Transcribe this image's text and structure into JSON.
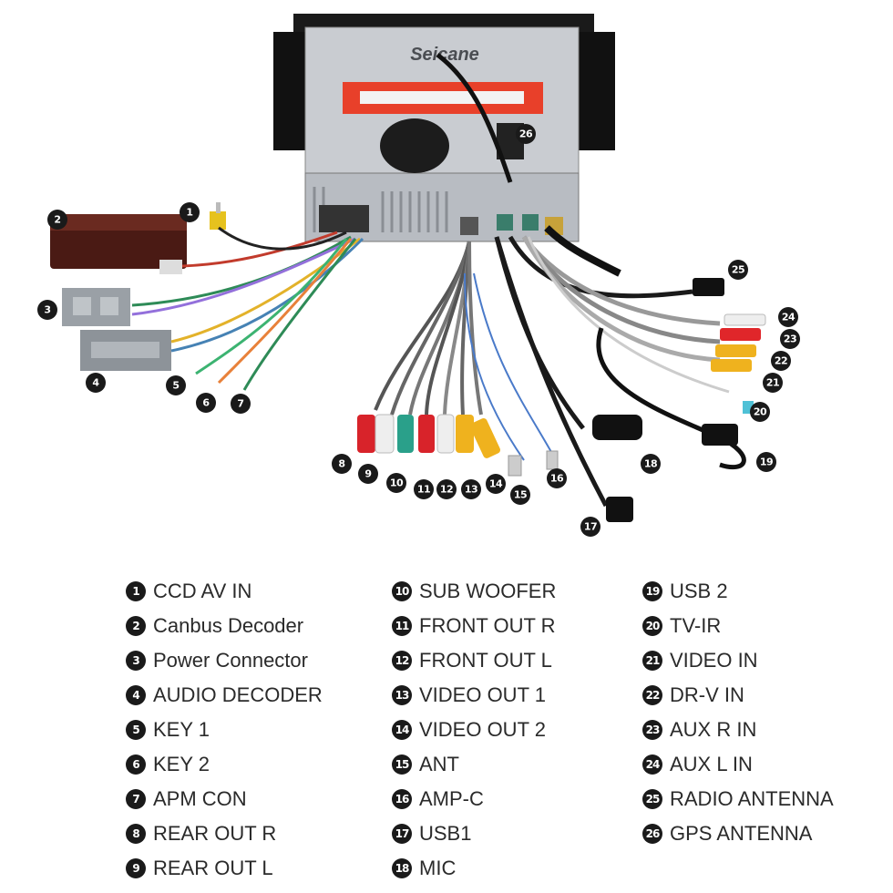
{
  "brand": {
    "logo_text": "Seicane"
  },
  "callouts": [
    "1",
    "2",
    "3",
    "4",
    "5",
    "6",
    "7",
    "8",
    "9",
    "10",
    "11",
    "12",
    "13",
    "14",
    "15",
    "16",
    "17",
    "18",
    "19",
    "20",
    "21",
    "22",
    "23",
    "24",
    "25",
    "26"
  ],
  "legend": {
    "col1": [
      {
        "num": "1",
        "label": "CCD AV IN"
      },
      {
        "num": "2",
        "label": "Canbus Decoder"
      },
      {
        "num": "3",
        "label": "Power Connector"
      },
      {
        "num": "4",
        "label": "AUDIO DECODER"
      },
      {
        "num": "5",
        "label": "KEY 1"
      },
      {
        "num": "6",
        "label": "KEY 2"
      },
      {
        "num": "7",
        "label": "APM CON"
      },
      {
        "num": "8",
        "label": "REAR OUT R"
      },
      {
        "num": "9",
        "label": "REAR OUT L"
      }
    ],
    "col2": [
      {
        "num": "10",
        "label": "SUB WOOFER"
      },
      {
        "num": "11",
        "label": "FRONT OUT R"
      },
      {
        "num": "12",
        "label": "FRONT OUT L"
      },
      {
        "num": "13",
        "label": "VIDEO OUT 1"
      },
      {
        "num": "14",
        "label": "VIDEO OUT 2"
      },
      {
        "num": "15",
        "label": "ANT"
      },
      {
        "num": "16",
        "label": "AMP-C"
      },
      {
        "num": "17",
        "label": "USB1"
      },
      {
        "num": "18",
        "label": "MIC"
      }
    ],
    "col3": [
      {
        "num": "19",
        "label": "USB 2"
      },
      {
        "num": "20",
        "label": "TV-IR"
      },
      {
        "num": "21",
        "label": "VIDEO IN"
      },
      {
        "num": "22",
        "label": "DR-V IN"
      },
      {
        "num": "23",
        "label": "AUX R IN"
      },
      {
        "num": "24",
        "label": "AUX L IN"
      },
      {
        "num": "25",
        "label": "RADIO ANTENNA"
      },
      {
        "num": "26",
        "label": "GPS ANTENNA"
      }
    ]
  }
}
